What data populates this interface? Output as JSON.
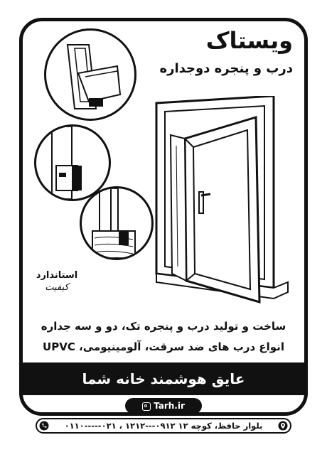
{
  "header": {
    "brand": "ویستاک",
    "subtitle": "درب و پنجره دوجداره"
  },
  "stamp": {
    "line1": "استاندارد",
    "line2": "کیفیت"
  },
  "description": {
    "line1": "ساخت و تولید درب و پنجره تک، دو و سه جداره",
    "line2": "انواع درب های ضد سرقت، آلومینیومی، UPVC"
  },
  "banner": {
    "text": "عایق هوشمند خانه شما"
  },
  "website": {
    "label": "Tarh.ir",
    "icon": "instagram-icon"
  },
  "contact": {
    "address_and_phones": "بلوار حافظ، کوچه ۱۲  ۰۹۱۲---۱۲۱۲ ، ۰۲۱-----۰۱۱۰",
    "pin_icon": "location-pin-icon",
    "phone_icon": "phone-icon"
  },
  "colors": {
    "ink": "#111111",
    "paper": "#ffffff"
  }
}
